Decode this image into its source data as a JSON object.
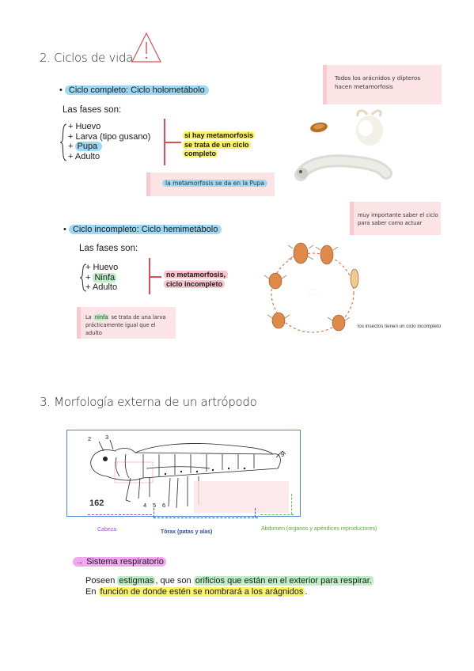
{
  "section2": {
    "title": "2. Ciclos de vida",
    "complete": {
      "heading": "Ciclo completo: Ciclo holometábolo",
      "phases_label": "Las fases son:",
      "phases": [
        "+ Huevo",
        "+ Larva (tipo gusano)",
        "+ Pupa",
        "+ Adulto"
      ],
      "note_line1": "si hay metamorfosis",
      "note_line2": "se trata de un ciclo",
      "note_line3": "completo",
      "pupa_note": "la metamorfosis se da en la Pupa"
    },
    "side_note": {
      "line1": "Todos los arácnidos y dípteros",
      "line2": "hacen metamorfosis"
    },
    "important_note": {
      "line1": "muy importante saber el ciclo",
      "line2": "para saber como actuar"
    },
    "incomplete": {
      "heading": "Ciclo incompleto: Ciclo hemimetábolo",
      "phases_label": "Las fases son:",
      "phases": [
        "+ Huevo",
        "+ Ninfa",
        "+ Adulto"
      ],
      "note_line1": "no metamorfosis,",
      "note_line2": "ciclo incompleto",
      "ninfa_note_pre": "La ",
      "ninfa_note_word": "ninfa",
      "ninfa_note_post": " se trata de una larva",
      "ninfa_note_line2": "prácticamente igual que el",
      "ninfa_note_line3": "adulto"
    },
    "cycle_caption": "los insectos tienen un ciclo incompleto"
  },
  "section3": {
    "title": "3. Morfología externa de un artrópodo",
    "figure_number": "162",
    "figure_labels": [
      "2",
      "3",
      "4",
      "5",
      "6",
      "9"
    ],
    "label_head": "Cabeza",
    "label_thorax": "Tórax (patas y alas)",
    "label_abdomen": "Abdomen (órganos y apéndices reproductores)"
  },
  "respiratory": {
    "heading": "Sistema respiratorio",
    "arrow": "→",
    "line1_pre": "Poseen ",
    "line1_hl1": "estigmas",
    "line1_mid": ", que son ",
    "line1_hl2": "orificios que están en el exterior para respirar.",
    "line2_pre": "En ",
    "line2_hl": "función de donde estén se nombrará a los arágnidos",
    "line2_post": "."
  },
  "colors": {
    "blue_highlight": "#9fd8f2",
    "yellow_highlight": "#fbf36a",
    "pink_highlight": "#f6c6cd",
    "green_highlight": "#bfeec4",
    "magenta_highlight": "#f2a8ef",
    "note_background": "#fce4e6",
    "red_bar": "#e04b55",
    "figure_border": "#4a86d4"
  },
  "icons": [
    "warning-triangle-icon",
    "cocoon-image",
    "silkworm-image",
    "louse-life-cycle-diagram",
    "arthropod-morphology-figure"
  ]
}
